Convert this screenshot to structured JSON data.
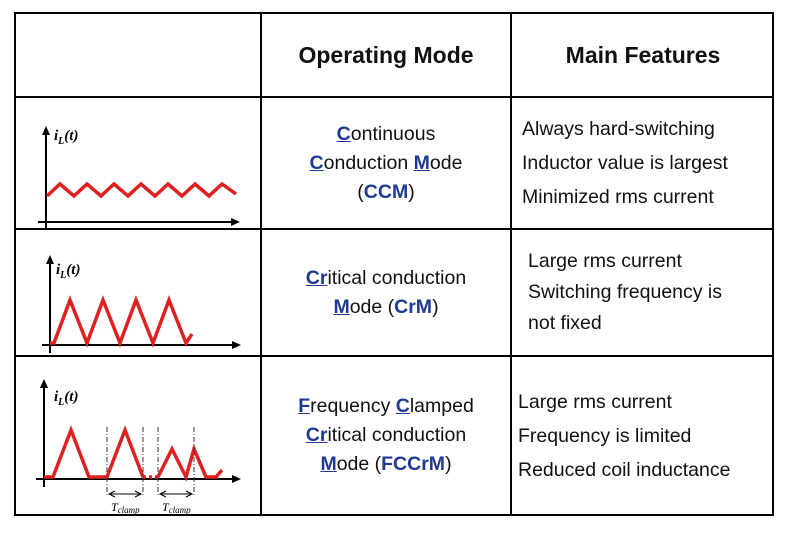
{
  "headers": {
    "waveform": "",
    "operating_mode": "Operating Mode",
    "main_features": "Main Features"
  },
  "axis_label": {
    "var": "i",
    "sub": "L",
    "arg": "(t)"
  },
  "clamp_label": {
    "var": "T",
    "sub": "clamp"
  },
  "rows": [
    {
      "mode_lines": [
        [
          {
            "t": "C",
            "s": "bu"
          },
          {
            "t": "ontinuous",
            "s": "n"
          }
        ],
        [
          {
            "t": "C",
            "s": "bu"
          },
          {
            "t": "onduction ",
            "s": "n"
          },
          {
            "t": "M",
            "s": "bu"
          },
          {
            "t": "ode",
            "s": "n"
          }
        ],
        [
          {
            "t": "(",
            "s": "n"
          },
          {
            "t": "CCM",
            "s": "b"
          },
          {
            "t": ")",
            "s": "n"
          }
        ]
      ],
      "features": [
        "Always hard-switching",
        "Inductor value is largest",
        "Minimized rms current"
      ]
    },
    {
      "mode_lines": [
        [
          {
            "t": "Cr",
            "s": "bu"
          },
          {
            "t": "itical conduction",
            "s": "n"
          }
        ],
        [
          {
            "t": "M",
            "s": "bu"
          },
          {
            "t": "ode (",
            "s": "n"
          },
          {
            "t": "CrM",
            "s": "b"
          },
          {
            "t": ")",
            "s": "n"
          }
        ]
      ],
      "features": [
        "Large rms current",
        "Switching frequency is",
        "not fixed"
      ]
    },
    {
      "mode_lines": [
        [
          {
            "t": "F",
            "s": "bu"
          },
          {
            "t": "requency ",
            "s": "n"
          },
          {
            "t": "C",
            "s": "bu"
          },
          {
            "t": "lamped",
            "s": "n"
          }
        ],
        [
          {
            "t": "Cr",
            "s": "bu"
          },
          {
            "t": "itical conduction",
            "s": "n"
          }
        ],
        [
          {
            "t": "M",
            "s": "bu"
          },
          {
            "t": "ode (",
            "s": "n"
          },
          {
            "t": "FCCrM",
            "s": "b"
          },
          {
            "t": ")",
            "s": "n"
          }
        ]
      ],
      "features": [
        "Large rms current",
        "Frequency is limited",
        "Reduced coil inductance"
      ]
    }
  ],
  "colors": {
    "waveform": "#e02020",
    "accent": "#1f3a93",
    "border": "#000000"
  }
}
